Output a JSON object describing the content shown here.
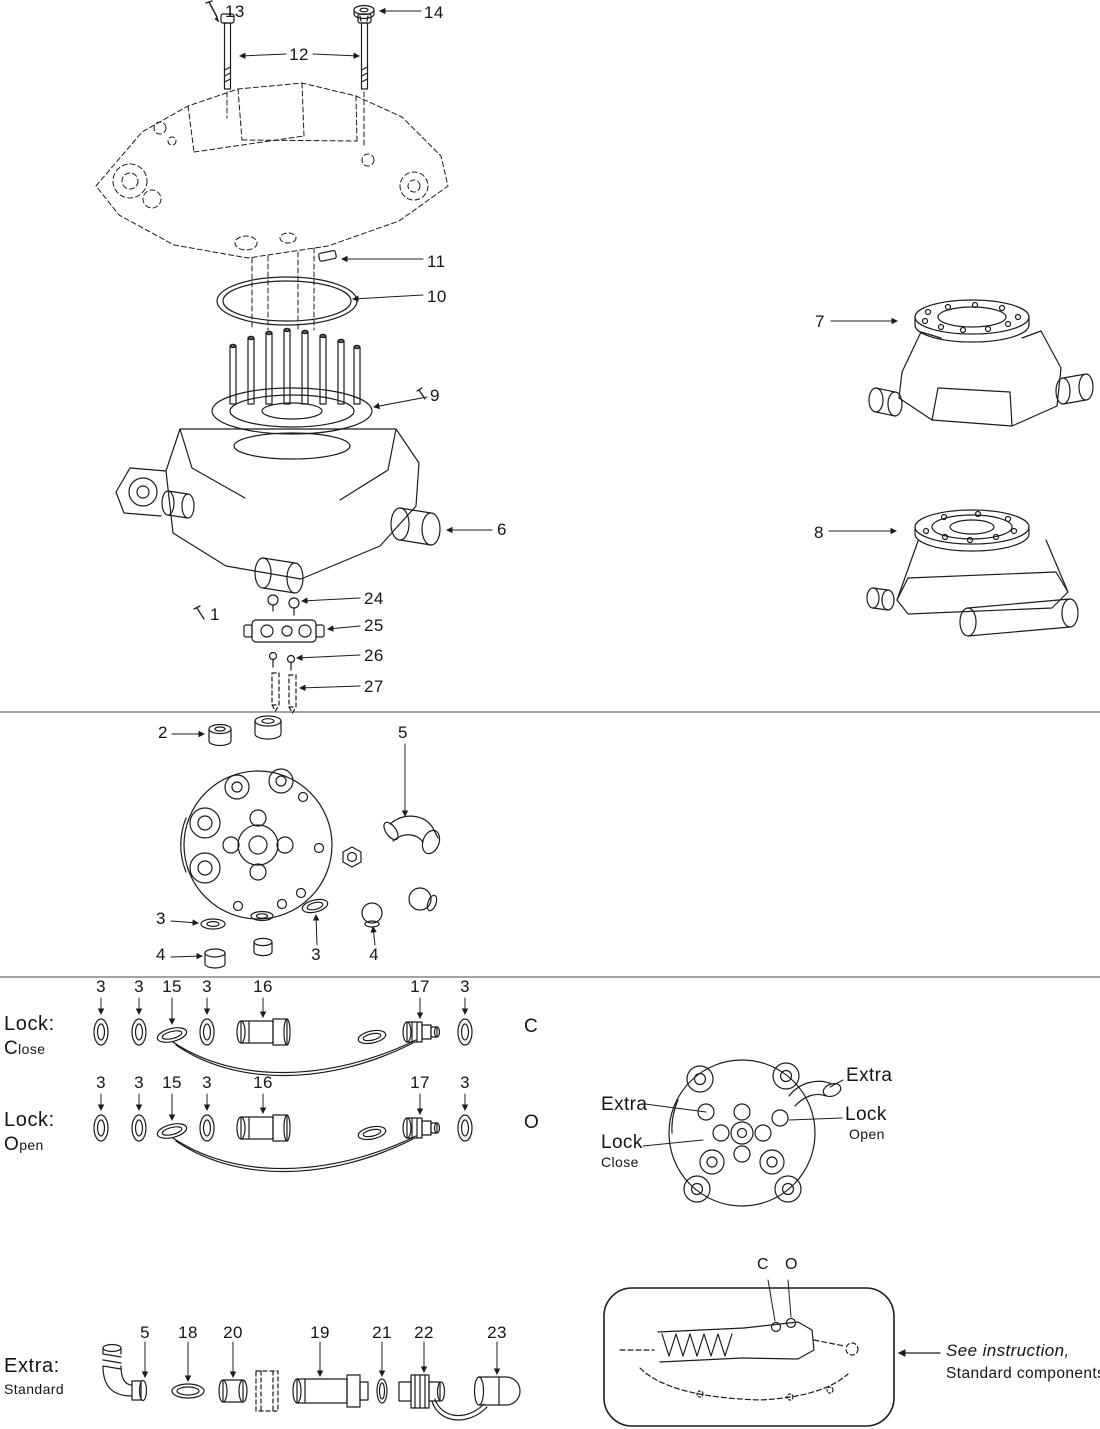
{
  "page": {
    "bg": "#ffffff",
    "ink": "#1c1c1c"
  },
  "top_section": {
    "callouts": {
      "c1": "1",
      "c6": "6",
      "c7": "7",
      "c8": "8",
      "c9": "9",
      "c10": "10",
      "c11": "11",
      "c12": "12",
      "c13": "13",
      "c14": "14",
      "c24": "24",
      "c25": "25",
      "c26": "26",
      "c27": "27"
    }
  },
  "rotator_section": {
    "callouts": {
      "c2": "2",
      "c5": "5",
      "c3_left": "3",
      "c4_left": "4",
      "c3_mid": "3",
      "c4_mid": "4"
    }
  },
  "lock_rows": [
    {
      "title": "Lock:",
      "variant": "Close",
      "port_letter": "C",
      "parts": [
        "3",
        "3",
        "15",
        "3",
        "16",
        "17",
        "3"
      ]
    },
    {
      "title": "Lock:",
      "variant": "Open",
      "port_letter": "O",
      "parts": [
        "3",
        "3",
        "15",
        "3",
        "16",
        "17",
        "3"
      ]
    }
  ],
  "manifold_face": {
    "extra_right": "Extra",
    "extra_left": "Extra",
    "lock_open_title": "Lock",
    "lock_open_sub": "Open",
    "lock_close_title": "Lock",
    "lock_close_sub": "Close"
  },
  "extra_row": {
    "title": "Extra:",
    "variant": "Standard",
    "parts": [
      "5",
      "18",
      "20",
      "19",
      "21",
      "22",
      "23"
    ]
  },
  "instruction_box": {
    "ports": "C O",
    "note_line1": "See instruction,",
    "note_line2": "Standard components"
  }
}
